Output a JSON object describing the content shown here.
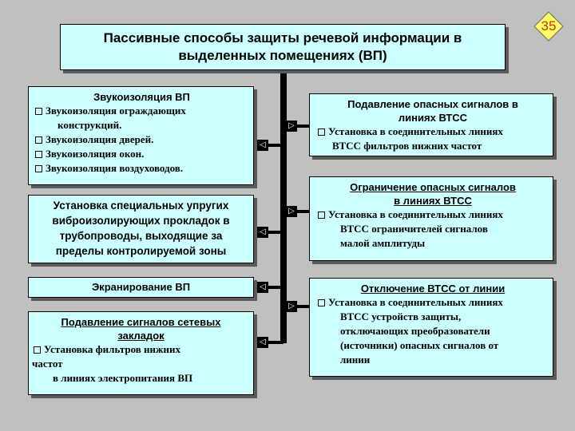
{
  "slide_number": "35",
  "title": {
    "line1": "Пассивные способы защиты речевой информации в",
    "line2": "выделенных помещениях (ВП)"
  },
  "left": {
    "soundproof": {
      "title": "Звукоизоляция ВП",
      "items": [
        "Звукоизоляция ограждающих",
        "конструкций.",
        "Звукоизоляция дверей.",
        "Звукоизоляция окон.",
        "Звукоизоляция воздуховодов."
      ]
    },
    "gaskets": {
      "lines": [
        "Установка специальных упругих",
        "виброизолирующих прокладок в",
        "трубопроводы, выходящие за",
        "пределы контролируемой зоны"
      ]
    },
    "shielding": {
      "title": "Экранирование ВП"
    },
    "network": {
      "title_line1": "Подавление сигналов сетевых",
      "title_line2": "закладок",
      "items": [
        "Установка фильтров нижних",
        "частот",
        "в линиях электропитания ВП"
      ]
    }
  },
  "right": {
    "suppression": {
      "title_line1": "Подавление опасных сигналов в",
      "title_line2": "линиях ВТСС",
      "items": [
        "Установка в соединительных линиях",
        "ВТСС фильтров нижних частот"
      ]
    },
    "limiting": {
      "title_line1": "Ограничение опасных сигналов",
      "title_line2": "в линиях ВТСС",
      "items": [
        "Установка в соединительных линиях",
        "ВТСС ограничителей сигналов",
        "малой амплитуды"
      ]
    },
    "disconnect": {
      "title": "Отключение ВТСС от линии",
      "items": [
        "Установка в соединительных линиях",
        "ВТСС устройств защиты,",
        "отключающих преобразователи",
        "(источники) опасных сигналов от",
        "линии"
      ]
    }
  },
  "colors": {
    "background": "#c0c0c0",
    "box_fill": "#ccffff",
    "badge_fill": "#ffff66",
    "badge_text": "#cc3300",
    "connector": "#000000"
  }
}
